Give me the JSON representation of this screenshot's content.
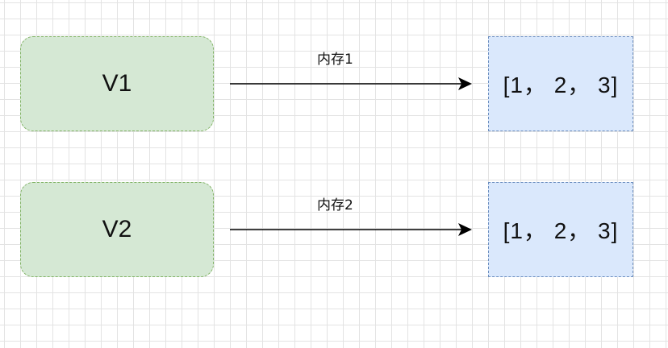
{
  "nodes": {
    "v1": {
      "label": "V1"
    },
    "v2": {
      "label": "V2"
    },
    "mem1": {
      "label": "[1， 2， 3]"
    },
    "mem2": {
      "label": "[1， 2， 3]"
    }
  },
  "edges": {
    "edge1": {
      "label": "内存1"
    },
    "edge2": {
      "label": "内存2"
    }
  },
  "colors": {
    "var_fill": "#d5e8d4",
    "var_stroke": "#82b366",
    "mem_fill": "#dae8fc",
    "mem_stroke": "#6c8ebf",
    "arrow": "#000000",
    "grid": "#e3e3e3"
  }
}
